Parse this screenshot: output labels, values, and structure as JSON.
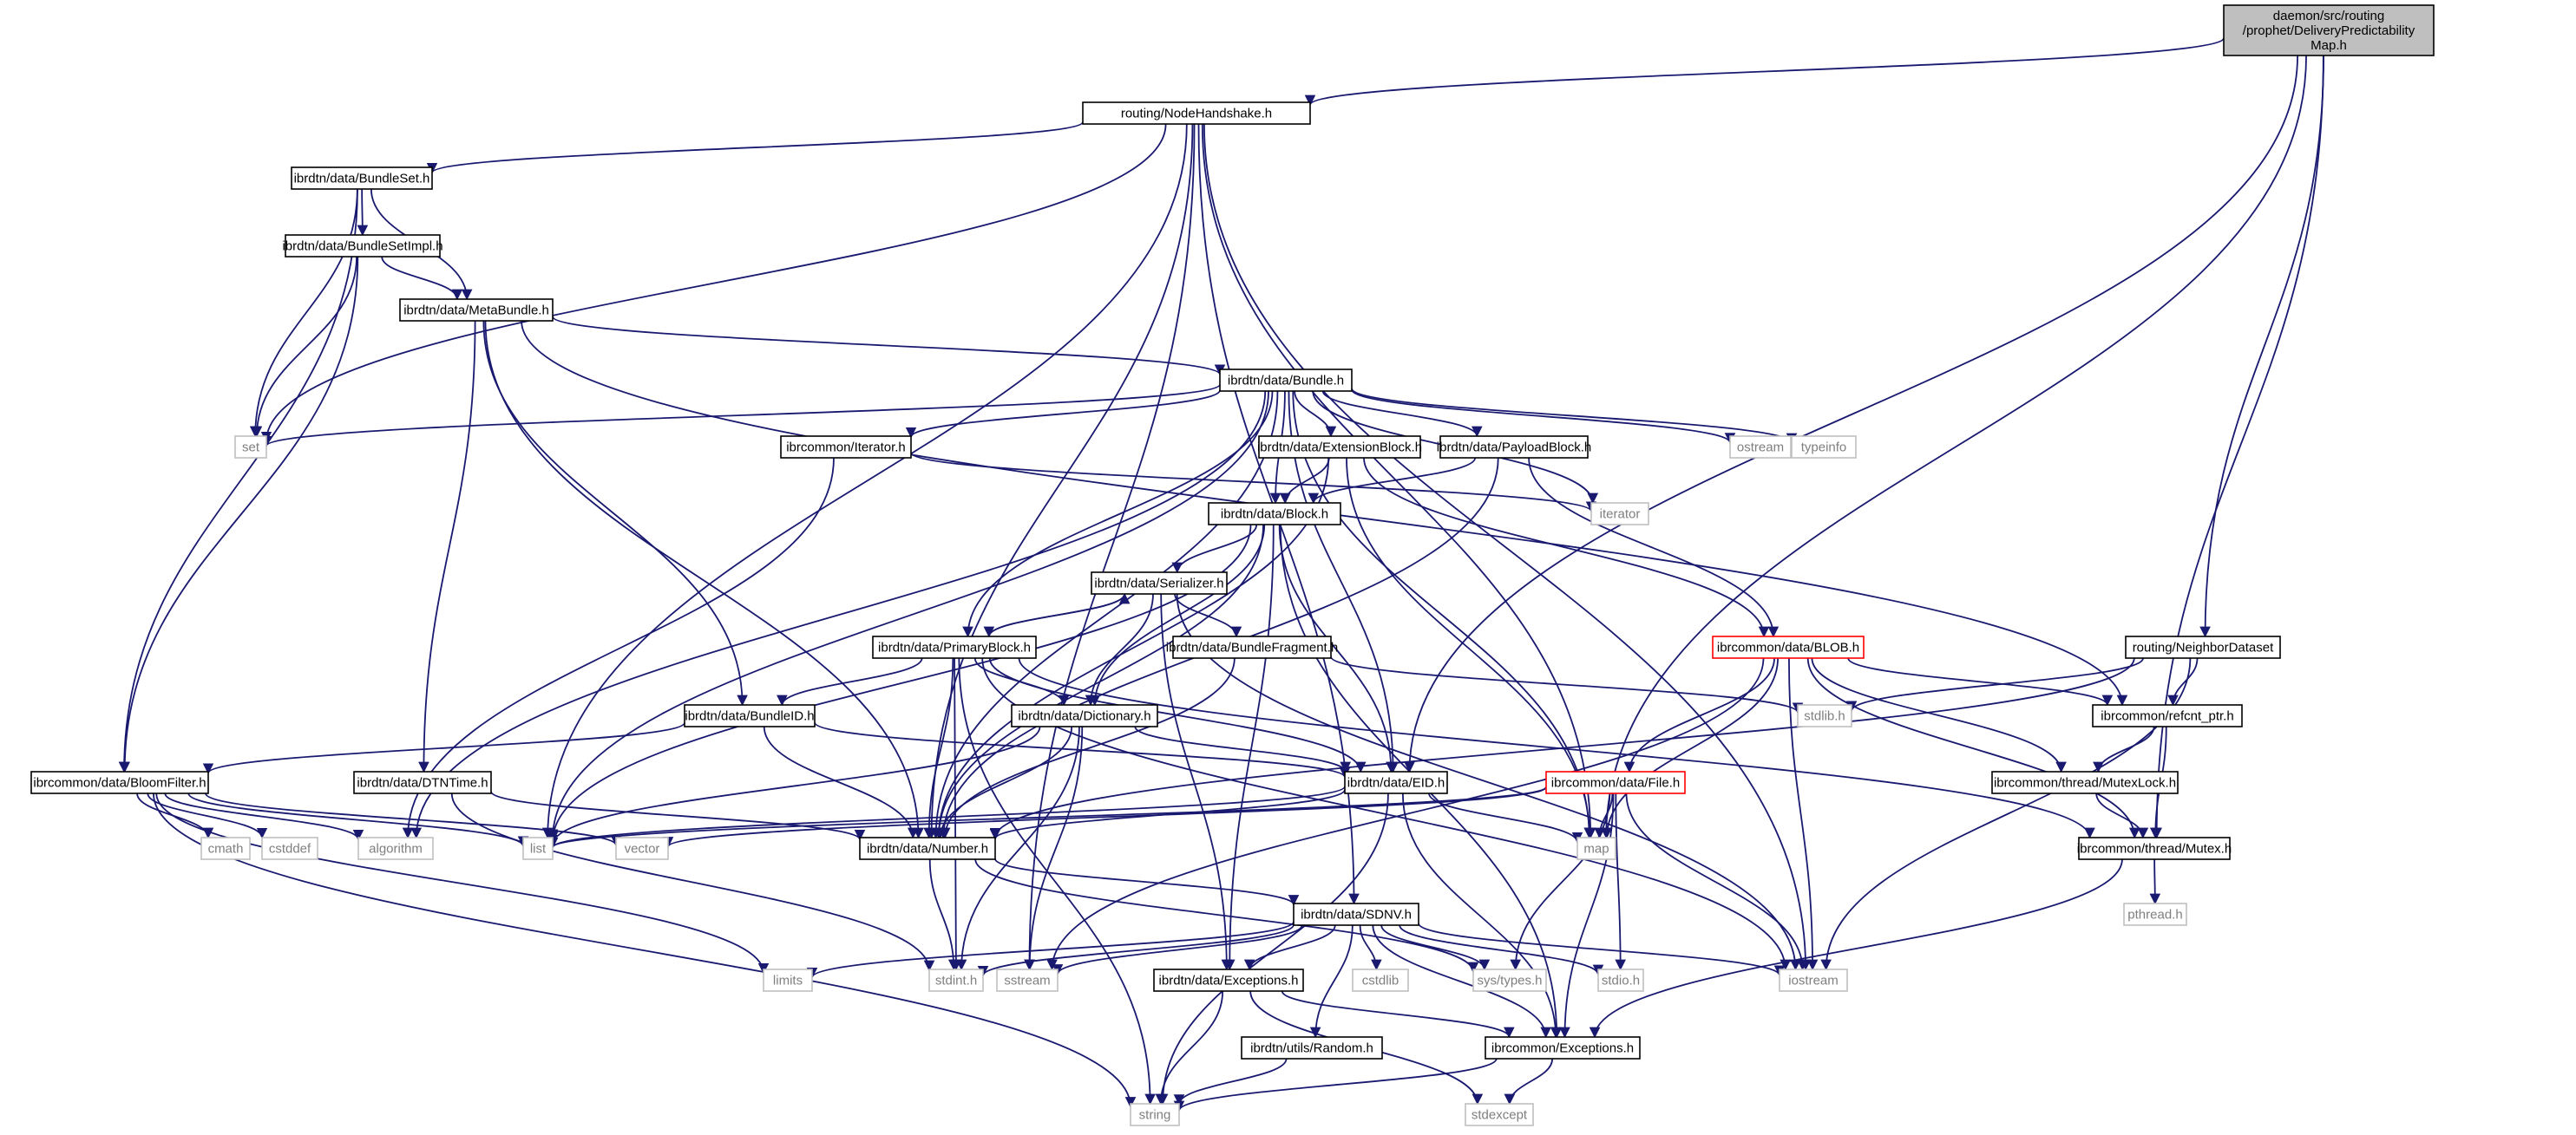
{
  "colors": {
    "edge": "#191970",
    "box_stroke": "#000000",
    "box_fill": "#ffffff",
    "root_fill": "#bfbfbf",
    "system_stroke": "#bfbfbf",
    "system_text": "#7f7f7f",
    "highlight_stroke": "#ff0000"
  },
  "nodes": {
    "root": {
      "lines": [
        "daemon/src/routing",
        "/prophet/DeliveryPredictability",
        "Map.h"
      ]
    },
    "NodeHandshake": {
      "lines": [
        "routing/NodeHandshake.h"
      ]
    },
    "BundleSet": {
      "lines": [
        "ibrdtn/data/BundleSet.h"
      ]
    },
    "BundleSetImpl": {
      "lines": [
        "ibrdtn/data/BundleSetImpl.h"
      ]
    },
    "MetaBundle": {
      "lines": [
        "ibrdtn/data/MetaBundle.h"
      ]
    },
    "Bundle": {
      "lines": [
        "ibrdtn/data/Bundle.h"
      ]
    },
    "set": {
      "lines": [
        "set"
      ]
    },
    "Iterator": {
      "lines": [
        "ibrcommon/Iterator.h"
      ]
    },
    "ExtensionBlock": {
      "lines": [
        "ibrdtn/data/ExtensionBlock.h"
      ]
    },
    "PayloadBlock": {
      "lines": [
        "ibrdtn/data/PayloadBlock.h"
      ]
    },
    "ostream": {
      "lines": [
        "ostream"
      ]
    },
    "typeinfo": {
      "lines": [
        "typeinfo"
      ]
    },
    "iterator": {
      "lines": [
        "iterator"
      ]
    },
    "Block": {
      "lines": [
        "ibrdtn/data/Block.h"
      ]
    },
    "Serializer": {
      "lines": [
        "ibrdtn/data/Serializer.h"
      ]
    },
    "PrimaryBlock": {
      "lines": [
        "ibrdtn/data/PrimaryBlock.h"
      ]
    },
    "BundleFragment": {
      "lines": [
        "ibrdtn/data/BundleFragment.h"
      ]
    },
    "BLOB": {
      "lines": [
        "ibrcommon/data/BLOB.h"
      ]
    },
    "NeighborDataset": {
      "lines": [
        "routing/NeighborDataset"
      ]
    },
    "BundleID": {
      "lines": [
        "ibrdtn/data/BundleID.h"
      ]
    },
    "Dictionary": {
      "lines": [
        "ibrdtn/data/Dictionary.h"
      ]
    },
    "stdlib": {
      "lines": [
        "stdlib.h"
      ]
    },
    "refcnt": {
      "lines": [
        "ibrcommon/refcnt_ptr.h"
      ]
    },
    "BloomFilter": {
      "lines": [
        "ibrcommon/data/BloomFilter.h"
      ]
    },
    "DTNTime": {
      "lines": [
        "ibrdtn/data/DTNTime.h"
      ]
    },
    "EID": {
      "lines": [
        "ibrdtn/data/EID.h"
      ]
    },
    "File": {
      "lines": [
        "ibrcommon/data/File.h"
      ]
    },
    "MutexLock": {
      "lines": [
        "ibrcommon/thread/MutexLock.h"
      ]
    },
    "cmath": {
      "lines": [
        "cmath"
      ]
    },
    "cstddef": {
      "lines": [
        "cstddef"
      ]
    },
    "algorithm": {
      "lines": [
        "algorithm"
      ]
    },
    "list": {
      "lines": [
        "list"
      ]
    },
    "vector": {
      "lines": [
        "vector"
      ]
    },
    "Number": {
      "lines": [
        "ibrdtn/data/Number.h"
      ]
    },
    "map": {
      "lines": [
        "map"
      ]
    },
    "Mutex": {
      "lines": [
        "ibrcommon/thread/Mutex.h"
      ]
    },
    "pthread": {
      "lines": [
        "pthread.h"
      ]
    },
    "SDNV": {
      "lines": [
        "ibrdtn/data/SDNV.h"
      ]
    },
    "limits": {
      "lines": [
        "limits"
      ]
    },
    "stdint": {
      "lines": [
        "stdint.h"
      ]
    },
    "sstream": {
      "lines": [
        "sstream"
      ]
    },
    "Exceptions": {
      "lines": [
        "ibrdtn/data/Exceptions.h"
      ]
    },
    "cstdlib": {
      "lines": [
        "cstdlib"
      ]
    },
    "systypes": {
      "lines": [
        "sys/types.h"
      ]
    },
    "stdio": {
      "lines": [
        "stdio.h"
      ]
    },
    "iostream": {
      "lines": [
        "iostream"
      ]
    },
    "Random": {
      "lines": [
        "ibrdtn/utils/Random.h"
      ]
    },
    "CommonExceptions": {
      "lines": [
        "ibrcommon/Exceptions.h"
      ]
    },
    "string": {
      "lines": [
        "string"
      ]
    },
    "stdexcept": {
      "lines": [
        "stdexcept"
      ]
    }
  },
  "edges": [
    [
      "root",
      "NodeHandshake"
    ],
    [
      "root",
      "NeighborDataset"
    ],
    [
      "root",
      "EID"
    ],
    [
      "root",
      "map"
    ],
    [
      "root",
      "Mutex"
    ],
    [
      "NodeHandshake",
      "BundleSet"
    ],
    [
      "NodeHandshake",
      "set"
    ],
    [
      "NodeHandshake",
      "list"
    ],
    [
      "NodeHandshake",
      "sstream"
    ],
    [
      "NodeHandshake",
      "Number"
    ],
    [
      "NodeHandshake",
      "SDNV"
    ],
    [
      "NodeHandshake",
      "iostream"
    ],
    [
      "NodeHandshake",
      "map"
    ],
    [
      "BundleSet",
      "BundleSetImpl"
    ],
    [
      "BundleSet",
      "MetaBundle"
    ],
    [
      "BundleSet",
      "set"
    ],
    [
      "BundleSet",
      "BloomFilter"
    ],
    [
      "BundleSetImpl",
      "MetaBundle"
    ],
    [
      "BundleSetImpl",
      "set"
    ],
    [
      "BundleSetImpl",
      "BloomFilter"
    ],
    [
      "MetaBundle",
      "Bundle"
    ],
    [
      "MetaBundle",
      "DTNTime"
    ],
    [
      "MetaBundle",
      "BundleID"
    ],
    [
      "MetaBundle",
      "Number"
    ],
    [
      "MetaBundle",
      "refcnt"
    ],
    [
      "Bundle",
      "set"
    ],
    [
      "Bundle",
      "Iterator"
    ],
    [
      "Bundle",
      "ExtensionBlock"
    ],
    [
      "Bundle",
      "PayloadBlock"
    ],
    [
      "Bundle",
      "ostream"
    ],
    [
      "Bundle",
      "typeinfo"
    ],
    [
      "Bundle",
      "iterator"
    ],
    [
      "Bundle",
      "Block"
    ],
    [
      "Bundle",
      "PrimaryBlock"
    ],
    [
      "Bundle",
      "EID"
    ],
    [
      "Bundle",
      "list"
    ],
    [
      "Bundle",
      "algorithm"
    ],
    [
      "Bundle",
      "Number"
    ],
    [
      "Bundle",
      "map"
    ],
    [
      "Iterator",
      "iterator"
    ],
    [
      "Iterator",
      "algorithm"
    ],
    [
      "ExtensionBlock",
      "Block"
    ],
    [
      "ExtensionBlock",
      "BLOB"
    ],
    [
      "ExtensionBlock",
      "Number"
    ],
    [
      "ExtensionBlock",
      "map"
    ],
    [
      "PayloadBlock",
      "Block"
    ],
    [
      "PayloadBlock",
      "BLOB"
    ],
    [
      "PayloadBlock",
      "Number"
    ],
    [
      "Block",
      "Serializer"
    ],
    [
      "Block",
      "Dictionary"
    ],
    [
      "Block",
      "EID"
    ],
    [
      "Block",
      "Number"
    ],
    [
      "Block",
      "list"
    ],
    [
      "Block",
      "Exceptions"
    ],
    [
      "Block",
      "CommonExceptions"
    ],
    [
      "Serializer",
      "PrimaryBlock"
    ],
    [
      "Serializer",
      "BundleFragment"
    ],
    [
      "Serializer",
      "Dictionary"
    ],
    [
      "Serializer",
      "Exceptions"
    ],
    [
      "Serializer",
      "iostream"
    ],
    [
      "PrimaryBlock",
      "Serializer"
    ],
    [
      "PrimaryBlock",
      "BundleID"
    ],
    [
      "PrimaryBlock",
      "Dictionary"
    ],
    [
      "PrimaryBlock",
      "EID"
    ],
    [
      "PrimaryBlock",
      "Number"
    ],
    [
      "PrimaryBlock",
      "stdint"
    ],
    [
      "PrimaryBlock",
      "string"
    ],
    [
      "PrimaryBlock",
      "Mutex"
    ],
    [
      "PrimaryBlock",
      "iostream"
    ],
    [
      "BundleFragment",
      "Number"
    ],
    [
      "BundleFragment",
      "stdlib"
    ],
    [
      "BLOB",
      "refcnt"
    ],
    [
      "BLOB",
      "MutexLock"
    ],
    [
      "BLOB",
      "File"
    ],
    [
      "BLOB",
      "Mutex"
    ],
    [
      "BLOB",
      "iostream"
    ],
    [
      "BLOB",
      "sstream"
    ],
    [
      "BLOB",
      "map"
    ],
    [
      "NeighborDataset",
      "refcnt"
    ],
    [
      "NeighborDataset",
      "stdlib"
    ],
    [
      "NeighborDataset",
      "Number"
    ],
    [
      "NeighborDataset",
      "iostream"
    ],
    [
      "BundleID",
      "BloomFilter"
    ],
    [
      "BundleID",
      "Number"
    ],
    [
      "BundleID",
      "EID"
    ],
    [
      "Dictionary",
      "EID"
    ],
    [
      "Dictionary",
      "Number"
    ],
    [
      "Dictionary",
      "list"
    ],
    [
      "Dictionary",
      "sstream"
    ],
    [
      "Dictionary",
      "stdint"
    ],
    [
      "refcnt",
      "MutexLock"
    ],
    [
      "refcnt",
      "Mutex"
    ],
    [
      "BloomFilter",
      "cmath"
    ],
    [
      "BloomFilter",
      "cstddef"
    ],
    [
      "BloomFilter",
      "algorithm"
    ],
    [
      "BloomFilter",
      "list"
    ],
    [
      "BloomFilter",
      "vector"
    ],
    [
      "BloomFilter",
      "limits"
    ],
    [
      "BloomFilter",
      "string"
    ],
    [
      "DTNTime",
      "Number"
    ],
    [
      "DTNTime",
      "stdint"
    ],
    [
      "EID",
      "Number"
    ],
    [
      "EID",
      "list"
    ],
    [
      "EID",
      "map"
    ],
    [
      "EID",
      "string"
    ],
    [
      "EID",
      "CommonExceptions"
    ],
    [
      "File",
      "vector"
    ],
    [
      "File",
      "list"
    ],
    [
      "File",
      "map"
    ],
    [
      "File",
      "systypes"
    ],
    [
      "File",
      "stdio"
    ],
    [
      "File",
      "iostream"
    ],
    [
      "File",
      "CommonExceptions"
    ],
    [
      "MutexLock",
      "Mutex"
    ],
    [
      "Number",
      "SDNV"
    ],
    [
      "Number",
      "stdint"
    ],
    [
      "Number",
      "systypes"
    ],
    [
      "Mutex",
      "pthread"
    ],
    [
      "Mutex",
      "CommonExceptions"
    ],
    [
      "SDNV",
      "limits"
    ],
    [
      "SDNV",
      "stdint"
    ],
    [
      "SDNV",
      "sstream"
    ],
    [
      "SDNV",
      "Exceptions"
    ],
    [
      "SDNV",
      "cstdlib"
    ],
    [
      "SDNV",
      "systypes"
    ],
    [
      "SDNV",
      "stdio"
    ],
    [
      "SDNV",
      "iostream"
    ],
    [
      "SDNV",
      "Random"
    ],
    [
      "SDNV",
      "CommonExceptions"
    ],
    [
      "Exceptions",
      "CommonExceptions"
    ],
    [
      "Exceptions",
      "string"
    ],
    [
      "Exceptions",
      "stdexcept"
    ],
    [
      "Random",
      "string"
    ],
    [
      "CommonExceptions",
      "string"
    ],
    [
      "CommonExceptions",
      "stdexcept"
    ]
  ]
}
